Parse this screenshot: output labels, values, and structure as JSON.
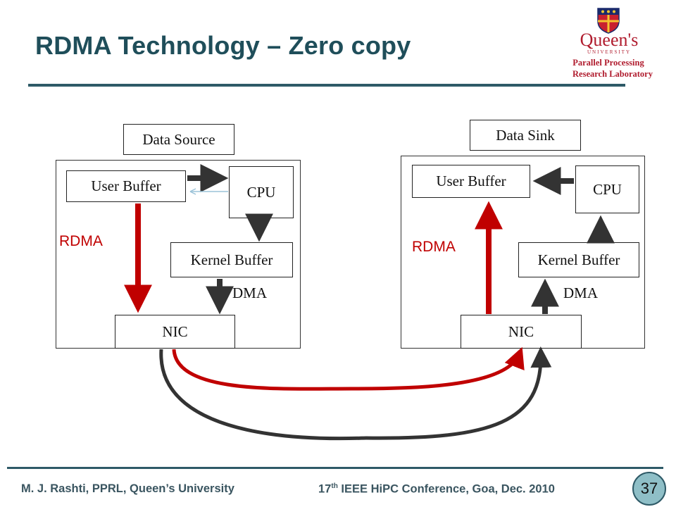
{
  "slide": {
    "title": "RDMA Technology – Zero copy",
    "page_number": "37"
  },
  "logo": {
    "name": "Queen's",
    "university": "UNIVERSITY",
    "lab_line1": "Parallel Processing",
    "lab_line2": "Research Laboratory"
  },
  "source": {
    "title": "Data Source",
    "user_buffer": "User Buffer",
    "cpu": "CPU",
    "kernel_buffer": "Kernel Buffer",
    "nic": "NIC",
    "rdma_label": "RDMA",
    "dma_label": "DMA"
  },
  "sink": {
    "title": "Data Sink",
    "user_buffer": "User Buffer",
    "cpu": "CPU",
    "kernel_buffer": "Kernel Buffer",
    "nic": "NIC",
    "rdma_label": "RDMA",
    "dma_label": "DMA"
  },
  "footer": {
    "left": "M. J. Rashti, PPRL, Queen’s University",
    "right_prefix": "17",
    "right_sup": "th",
    "right_suffix": " IEEE HiPC Conference, Goa, Dec. 2010"
  },
  "colors": {
    "title": "#1f4e5a",
    "rdma": "#c00000",
    "dma": "#333333",
    "logo": "#b01c2e"
  }
}
